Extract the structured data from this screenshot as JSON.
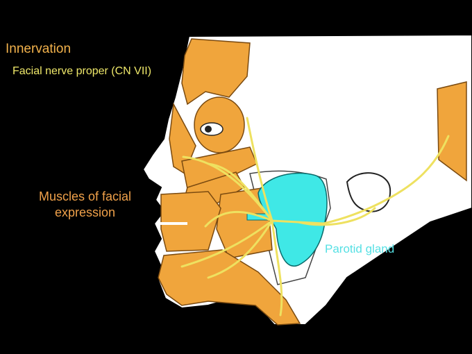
{
  "labels": {
    "title": "Innervation",
    "subtitle": "Facial nerve proper (CN VII)",
    "muscles_line1": "Muscles of facial",
    "muscles_line2": "expression",
    "parotid": "Parotid gland"
  },
  "colors": {
    "background": "#000000",
    "skin": "#ffffff",
    "muscle": "#f0a53c",
    "muscle_stroke": "#7a4a10",
    "nerve": "#eee160",
    "gland": "#3fe8e6",
    "title_text": "#f2b24c",
    "subtitle_text": "#efe86a",
    "muscle_label_text": "#f0a14a",
    "parotid_label_text": "#56e0e4"
  }
}
